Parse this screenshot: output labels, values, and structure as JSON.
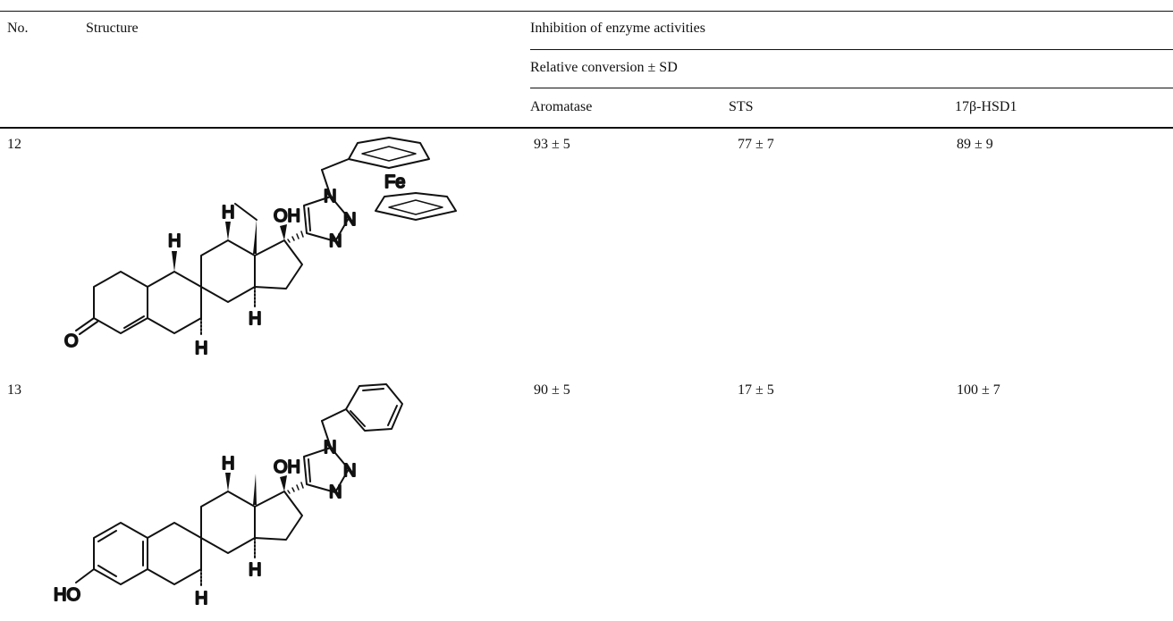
{
  "table": {
    "headers": {
      "no": "No.",
      "structure": "Structure",
      "group": "Inhibition of enzyme activities",
      "subgroup": "Relative conversion ± SD",
      "columns": [
        "Aromatase",
        "STS",
        "17β-HSD1"
      ]
    },
    "rows": [
      {
        "no": "12",
        "aromatase": "93 ± 5",
        "sts": "77 ± 7",
        "hsd": "89 ± 9",
        "structure_labels": {
          "fe": "Fe",
          "oh": "OH",
          "n1": "N",
          "n2": "N",
          "n3": "N",
          "h1": "H",
          "h2": "H",
          "h3": "H",
          "h4": "H",
          "o": "O"
        }
      },
      {
        "no": "13",
        "aromatase": "90 ± 5",
        "sts": "17 ± 5",
        "hsd": "100 ± 7",
        "structure_labels": {
          "oh": "OH",
          "n1": "N",
          "n2": "N",
          "n3": "N",
          "h1": "H",
          "h2": "H",
          "h3": "H",
          "ho": "HO"
        }
      }
    ]
  }
}
